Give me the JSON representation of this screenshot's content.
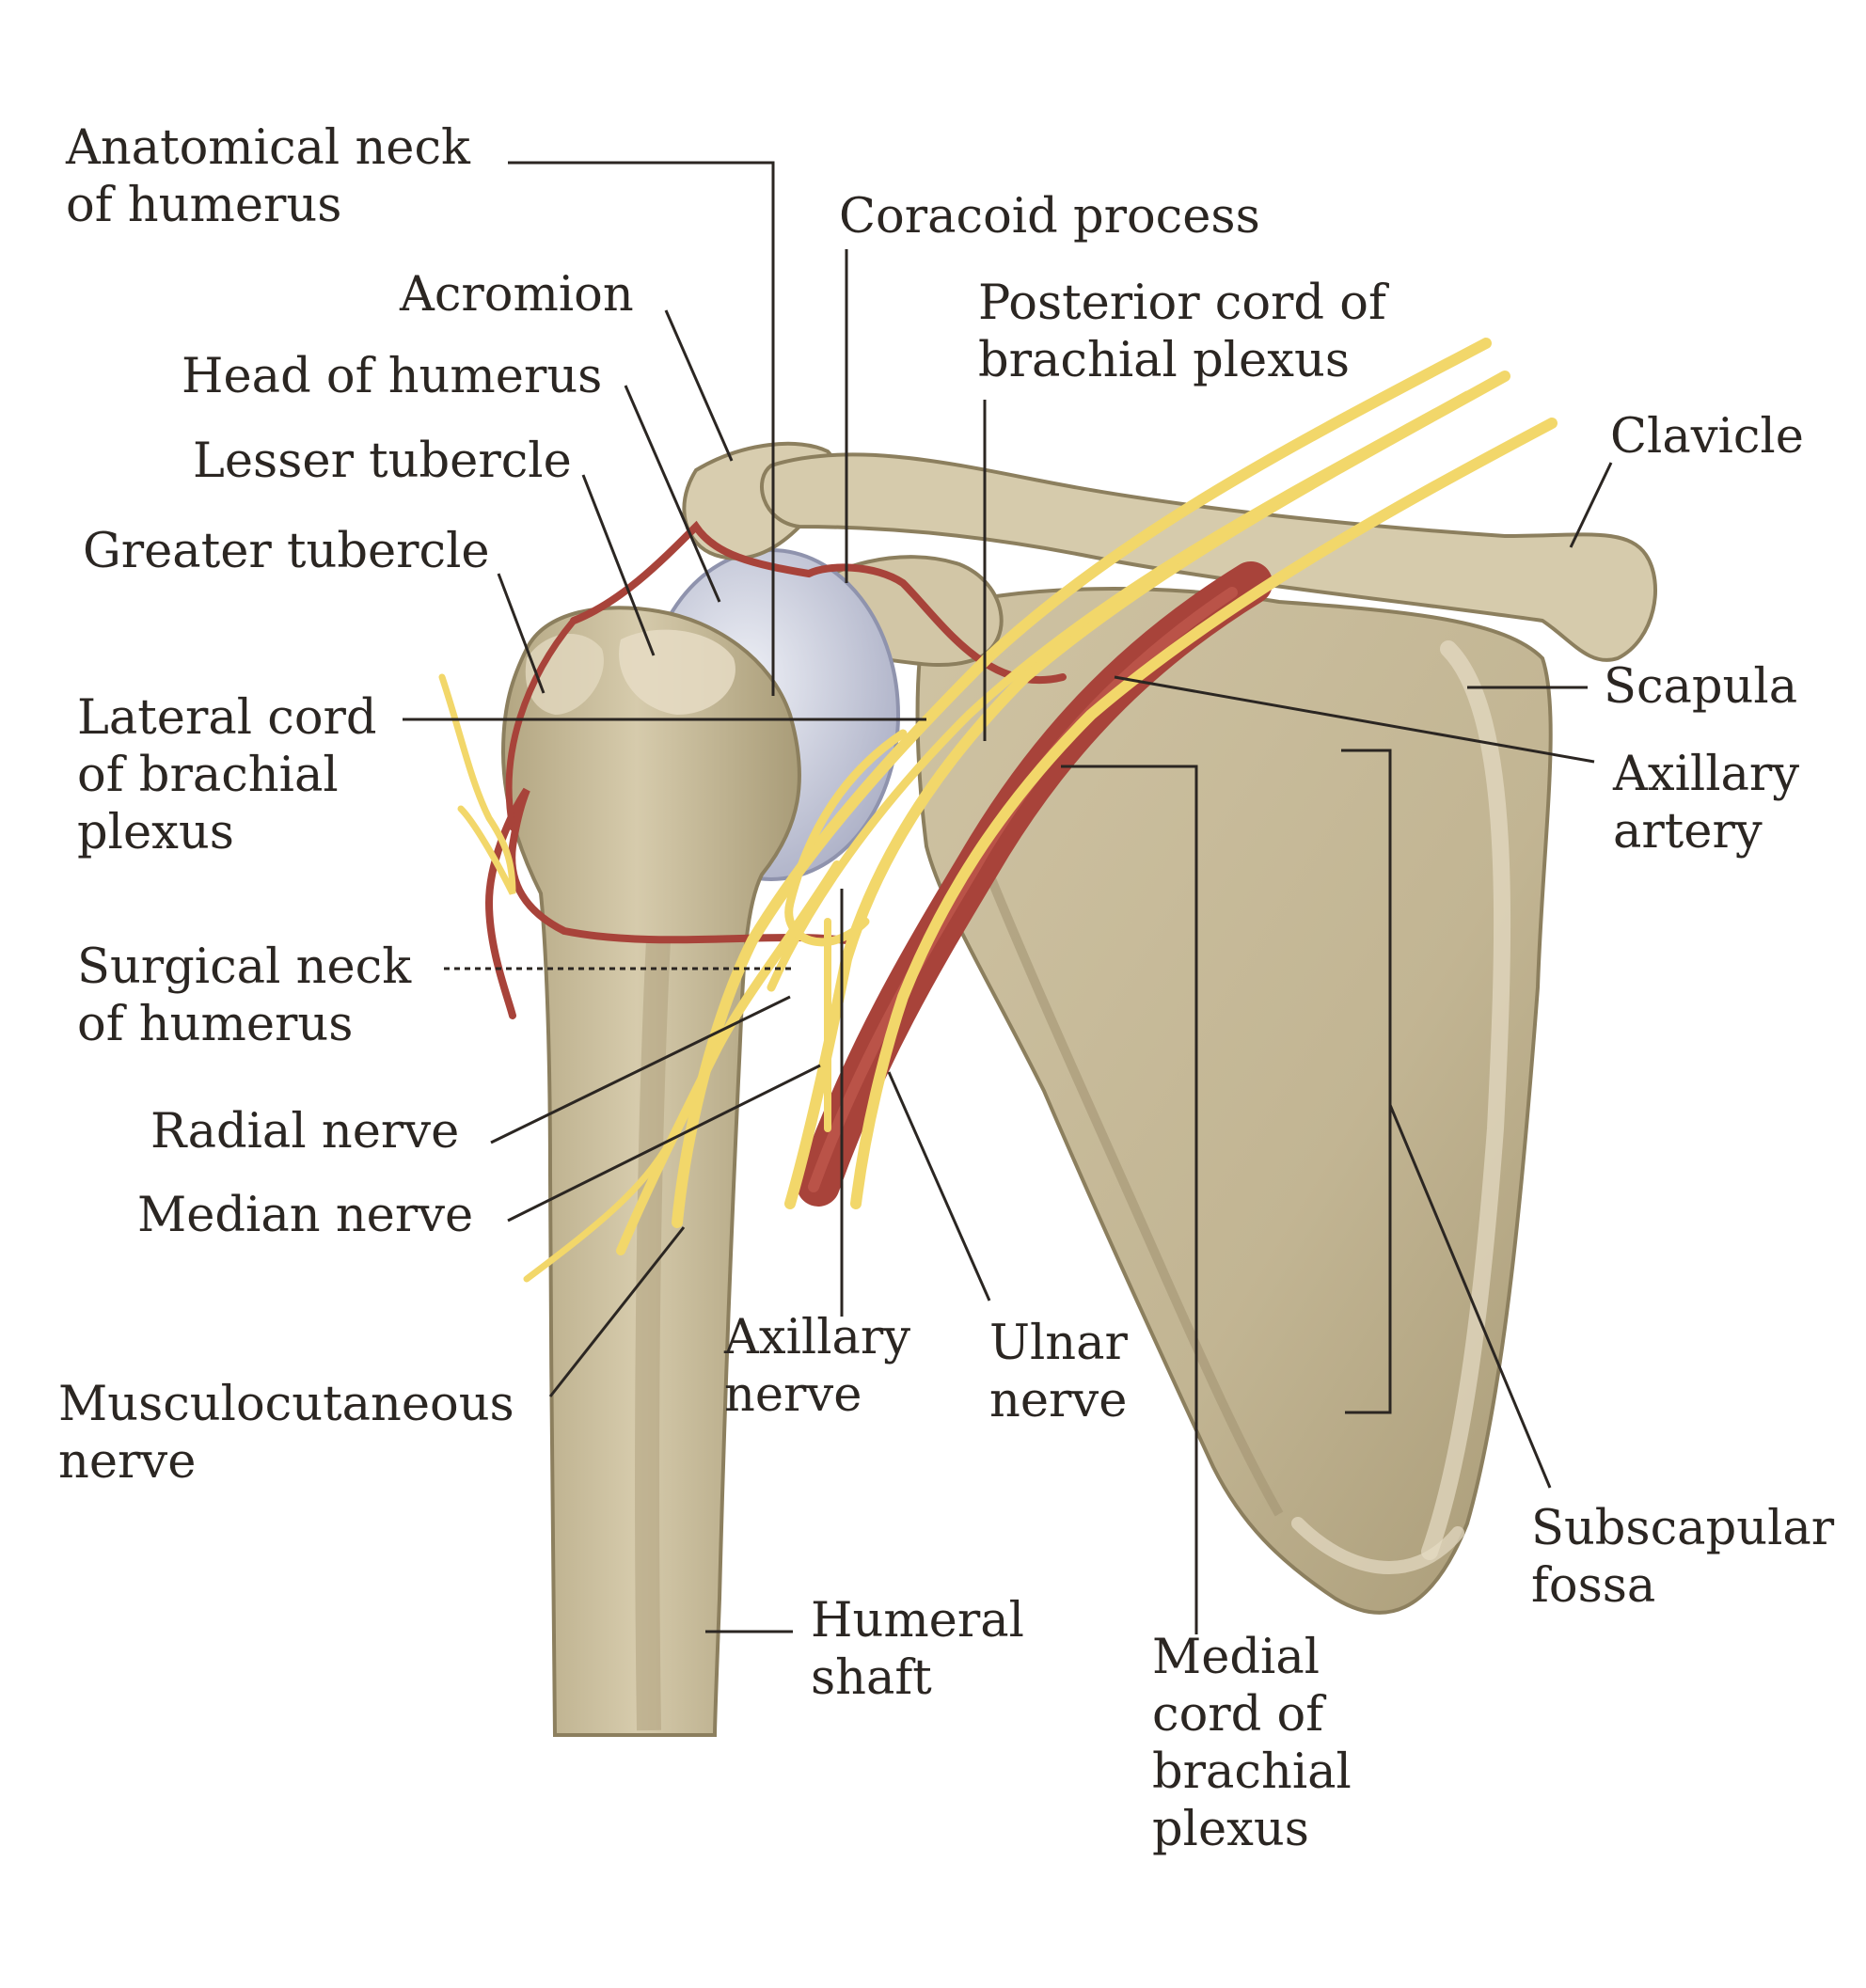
{
  "colors": {
    "bone": "#c9bd9c",
    "bone_light": "#e2d8bf",
    "bone_dark": "#9e9170",
    "cartilage": "#c9ccdb",
    "artery": "#a8433a",
    "artery_dark": "#7e2b25",
    "nerve": "#f2d76a",
    "nerve_dark": "#d9b94a",
    "leader_line": "#2b2622",
    "text": "#2b2622"
  },
  "labels": {
    "anatomical_neck": [
      "Anatomical neck",
      "of humerus"
    ],
    "coracoid_process": [
      "Coracoid process"
    ],
    "acromion": [
      "Acromion"
    ],
    "posterior_cord": [
      "Posterior cord of",
      "brachial plexus"
    ],
    "head_of_humerus": [
      "Head of humerus"
    ],
    "lesser_tubercle": [
      "Lesser tubercle"
    ],
    "clavicle": [
      "Clavicle"
    ],
    "greater_tubercle": [
      "Greater tubercle"
    ],
    "scapula": [
      "Scapula"
    ],
    "lateral_cord": [
      "Lateral cord",
      "of brachial",
      "plexus"
    ],
    "axillary_artery": [
      "Axillary",
      "artery"
    ],
    "surgical_neck": [
      "Surgical neck",
      "of humerus"
    ],
    "radial_nerve": [
      "Radial nerve"
    ],
    "median_nerve": [
      "Median nerve"
    ],
    "axillary_nerve": [
      "Axillary",
      "nerve"
    ],
    "ulnar_nerve": [
      "Ulnar",
      "nerve"
    ],
    "musculocutaneous_nerve": [
      "Musculocutaneous",
      "nerve"
    ],
    "subscapular_fossa": [
      "Subscapular",
      "fossa"
    ],
    "humeral_shaft": [
      "Humeral",
      "shaft"
    ],
    "medial_cord": [
      "Medial",
      "cord of",
      "brachial",
      "plexus"
    ]
  }
}
